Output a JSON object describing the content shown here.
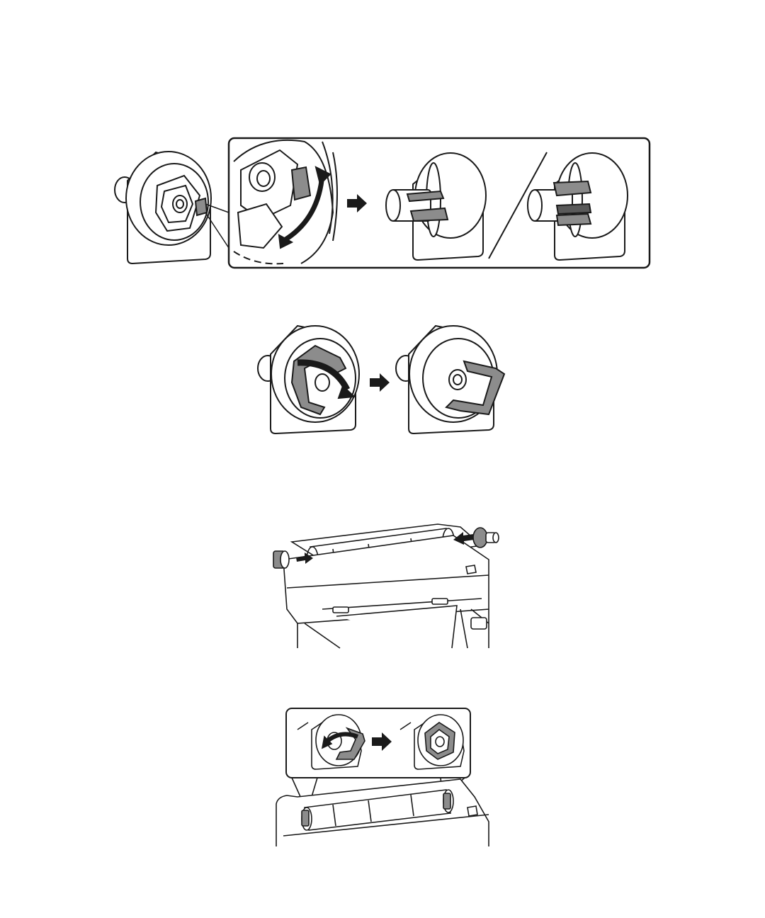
{
  "page": {
    "background": "#ffffff",
    "line_color": "#1a1a1a",
    "accent_gray": "#8c8c8c",
    "light_gray": "#bdbdbd"
  },
  "figures": [
    {
      "id": "lock-lever-positions",
      "icons": [
        "roll-adapter-icon",
        "lock-lever-zoom-icon",
        "adapter-side-view-icon",
        "adapter-side-view-alt-icon",
        "arrow-right-icon"
      ]
    },
    {
      "id": "release-lever",
      "icons": [
        "roll-adapter-lever-up-icon",
        "roll-adapter-lever-released-icon",
        "arrow-right-icon"
      ]
    },
    {
      "id": "insert-adapters-into-roll",
      "icons": [
        "printer-with-roll-icon",
        "roll-adapter-icon",
        "arrow-left-icon",
        "arrow-right-icon"
      ]
    },
    {
      "id": "lock-adapters-on-printer",
      "icons": [
        "roll-adapter-locking-icon",
        "roll-adapter-locked-icon",
        "printer-top-icon",
        "arrow-right-icon"
      ]
    }
  ]
}
